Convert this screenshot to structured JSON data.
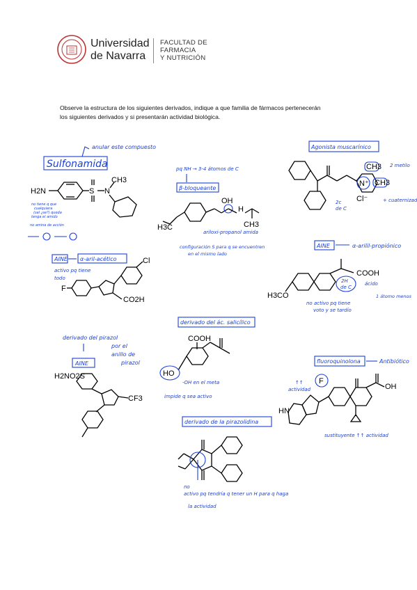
{
  "header": {
    "university_line1": "Universidad",
    "university_line2": "de Navarra",
    "faculty_line1": "FACULTAD DE",
    "faculty_line2": "FARMACIA",
    "faculty_line3": "Y NUTRICIÓN"
  },
  "instructions": {
    "line1": "Observe la estructura de los siguientes derivados, indique a que familia de fármacos pertenecerán",
    "line2": "los siguientes derivados y si presentarán actividad biológica."
  },
  "annotations": {
    "sulfonamida_title": "Sulfonamida",
    "sulfonamida_note": "anular este compuesto",
    "sulfonamida_h2n": "H2N",
    "sulfonamida_s": "S",
    "sulfonamida_n": "N",
    "sulfonamida_ch3": "CH3",
    "sulfonamida_small1": "no tiene q que",
    "sulfonamida_small2": "cualquiera",
    "sulfonamida_small3": "(sal ¿se?) queda",
    "sulfonamida_small4": "tenga el amido",
    "sulfonamida_small5": "no amina de acción",
    "aine1_tag": "AINE",
    "aine1_class": "α-aril-acético",
    "aine1_note1": "activo pq tiene",
    "aine1_note2": "todo",
    "aine1_f": "F",
    "aine1_cl": "Cl",
    "aine1_co2h": "CO2H",
    "bbloq_title": "β-bloqueante",
    "bbloq_note": "pq NH → 3-4 átomos de C",
    "bbloq_acil": "ariloxi-propanol amida",
    "bbloq_conf1": "configuración S para q se encuentren",
    "bbloq_conf2": "en el mismo lado",
    "bbloq_oh": "OH",
    "bbloq_nh": "H",
    "bbloq_ch3": "CH3",
    "agon_title": "Agonista muscarínico",
    "agon_ch3a": "CH3",
    "agon_ch3b": "CH3",
    "agon_nitro": "2 metilo",
    "agon_cuat": "+ cuaternizado",
    "agon_2c": "2c",
    "agon_de": "de C",
    "agon_cl": "Cl⁻",
    "aine2_tag": "AINE",
    "aine2_class": "α-arilil-propiónico",
    "aine2_cooh": "COOH",
    "aine2_acido": "ácido",
    "aine2_2h": "2H",
    "aine2_de": "de C",
    "aine2_note1": "no activo pq tiene",
    "aine2_note2": "voto y se tardío",
    "aine2_note3": "1 átomo menos",
    "aine2_h3co": "H3CO",
    "salic_title": "derivado del ác. salicílico",
    "salic_cooh": "COOH",
    "salic_ho": "HO",
    "salic_note1": "-OH en el meta",
    "salic_note2": "impide q sea activo",
    "aine3_tag": "AINE",
    "aine3_note1": "derivado del pirazol",
    "aine3_note2": "por el",
    "aine3_note3": "anillo de",
    "aine3_note4": "pirazol",
    "aine3_h2no2s": "H2NO2S",
    "aine3_cf3": "CF3",
    "fluoro_title": "fluoroquinolona",
    "fluoro_class": "Antibiótico",
    "fluoro_f": "F",
    "fluoro_note1": "↑↑",
    "fluoro_note2": "actividad",
    "fluoro_cooh": "OH",
    "fluoro_nh": "HN",
    "fluoro_bottom": "sustituyente ↑↑ actividad",
    "pirazol_title": "derivado de la pirazolidina",
    "pirazol_note1": "no",
    "pirazol_note2": "activo pq tendría q tener un H para q haga",
    "pirazol_note3": "la actividad"
  }
}
